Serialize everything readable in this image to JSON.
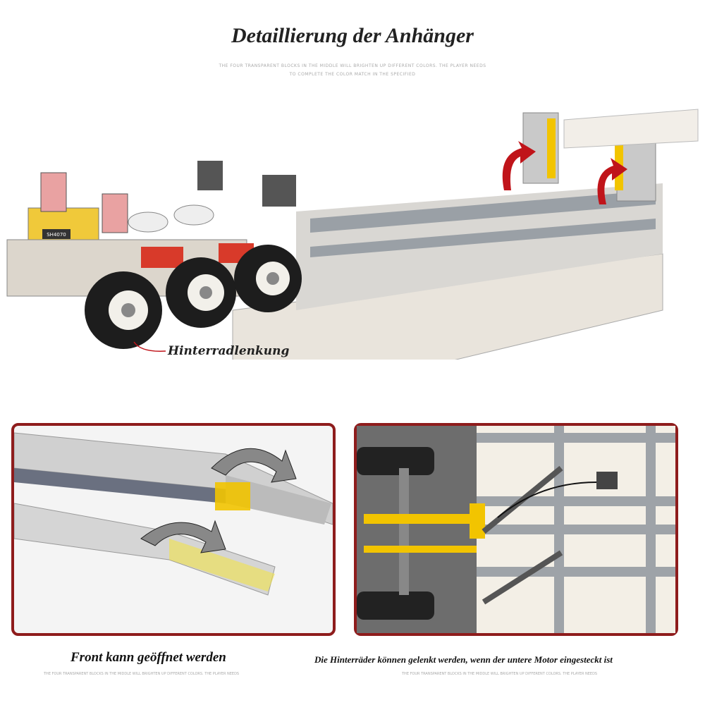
{
  "header": {
    "title": "Detaillierung der Anhänger",
    "subtitle_line1": "THE FOUR TRANSPARENT BLOCKS IN THE MIDDLE WILL BRIGHTEN UP DIFFERENT COLORS.  THE PLAYER NEEDS",
    "subtitle_line2": "TO COMPLETE THE COLOR MATCH IN THE SPECIFIED"
  },
  "main_image": {
    "callout_label": "Hinterradlenkung",
    "plate_text": "SH4070"
  },
  "panels": [
    {
      "caption": "Front kann geöffnet werden",
      "subcaption": "THE FOUR TRANSPARENT BLOCKS IN THE MIDDLE WILL BRIGHTEN UP DIFFERENT COLORS.  THE PLAYER NEEDS"
    },
    {
      "caption": "Die Hinterräder können gelenkt werden, wenn der untere Motor eingesteckt ist",
      "subcaption": "THE FOUR TRANSPARENT BLOCKS IN THE MIDDLE WILL BRIGHTEN UP DIFFERENT COLORS.  THE PLAYER NEEDS"
    }
  ],
  "colors": {
    "frame": "#8e1c1c",
    "arrow": "#c0141a",
    "accent_yellow": "#f2c400"
  }
}
